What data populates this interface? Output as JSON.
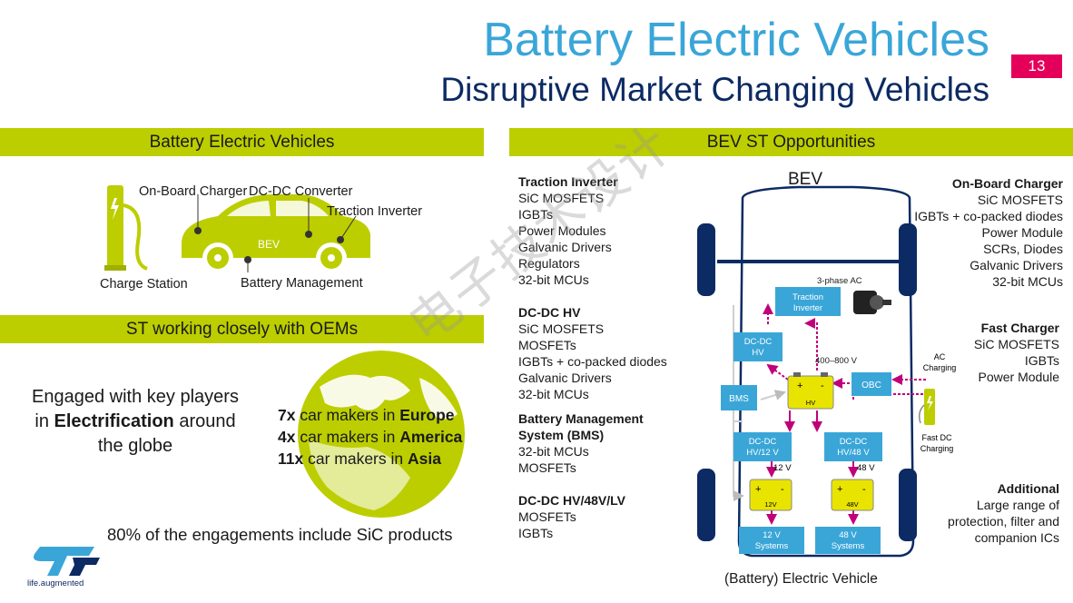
{
  "header": {
    "title": "Battery Electric Vehicles",
    "subtitle": "Disruptive Market Changing Vehicles",
    "page_number": "13"
  },
  "left_panel": {
    "bar_title": "Battery Electric Vehicles",
    "diagram_labels": {
      "on_board_charger": "On-Board Charger",
      "dcdc_converter": "DC-DC Converter",
      "traction_inverter": "Traction Inverter",
      "bev": "BEV",
      "charge_station": "Charge Station",
      "battery_management": "Battery Management"
    },
    "oem_bar_title": "ST working closely with OEMs",
    "engaged_line1": "Engaged with key players",
    "engaged_line2_pre": "in ",
    "engaged_line2_bold": "Electrification",
    "engaged_line2_post": " around",
    "engaged_line3": "the globe",
    "makers": [
      {
        "count": "7x",
        "text": " car makers in ",
        "region": "Europe"
      },
      {
        "count": "4x",
        "text": " car makers in ",
        "region": "America"
      },
      {
        "count": "11x",
        "text": " car makers in ",
        "region": "Asia"
      }
    ],
    "sic_note": "80% of the engagements include SiC products",
    "logo_tagline": "life.augmented"
  },
  "right_panel": {
    "bar_title": "BEV ST Opportunities",
    "bev_label": "BEV",
    "car_caption": "(Battery) Electric Vehicle",
    "left_groups": [
      {
        "heading": "Traction Inverter",
        "items": [
          "SiC MOSFETS",
          "IGBTs",
          "Power Modules",
          "Galvanic Drivers",
          "Regulators",
          "32-bit MCUs"
        ]
      },
      {
        "heading": "DC-DC HV",
        "items": [
          "SiC MOSFETS",
          "MOSFETs",
          "IGBTs + co-packed diodes",
          "Galvanic Drivers",
          "32-bit MCUs"
        ]
      },
      {
        "heading": "Battery Management",
        "heading2": "System (BMS)",
        "items": [
          "32-bit MCUs",
          "MOSFETs"
        ]
      },
      {
        "heading": "DC-DC HV/48V/LV",
        "items": [
          "MOSFETs",
          "IGBTs"
        ]
      }
    ],
    "right_groups": [
      {
        "heading": "On-Board Charger",
        "items": [
          "SiC MOSFETS",
          "IGBTs + co-packed diodes",
          "Power Module",
          "SCRs, Diodes",
          "Galvanic Drivers",
          "32-bit MCUs"
        ]
      },
      {
        "heading": "Fast Charger",
        "items": [
          "SiC MOSFETS",
          "IGBTs",
          "Power Module"
        ]
      },
      {
        "heading": "Additional",
        "items": [
          "Large range of",
          "protection, filter and",
          "companion ICs"
        ]
      }
    ],
    "blocks": {
      "traction_inverter": [
        "Traction",
        "Inverter"
      ],
      "three_phase_ac": "3-phase AC",
      "dcdc_hv": [
        "DC-DC",
        "HV"
      ],
      "voltage_range": "400–800 V",
      "hv_battery": "HV",
      "obc": "OBC",
      "ac_charging": [
        "AC",
        "Charging"
      ],
      "bms": "BMS",
      "dcdc_12": [
        "DC-DC",
        "HV/12 V"
      ],
      "dcdc_48": [
        "DC-DC",
        "HV/48 V"
      ],
      "fast_dc_charging": [
        "Fast DC",
        "Charging"
      ],
      "v12": "12 V",
      "v48": "48 V",
      "bat12": "12V",
      "bat48": "48V",
      "sys12": [
        "12 V",
        "Systems"
      ],
      "sys48": [
        "48 V",
        "Systems"
      ]
    }
  },
  "watermark": "电子技术设计",
  "colors": {
    "title_blue": "#3aa6d8",
    "subtitle_navy": "#0c2a63",
    "accent_green": "#bcce00",
    "page_pink": "#e4005a",
    "block_blue": "#3aa6d8",
    "arrow_magenta": "#c0007a"
  }
}
